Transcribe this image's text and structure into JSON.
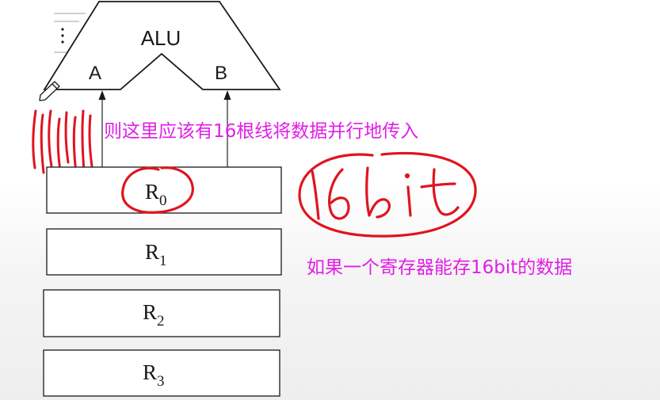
{
  "alu": {
    "label": "ALU",
    "input_a": "A",
    "input_b": "B"
  },
  "registers": [
    {
      "letter": "R",
      "index": "0"
    },
    {
      "letter": "R",
      "index": "1"
    },
    {
      "letter": "R",
      "index": "2"
    },
    {
      "letter": "R",
      "index": "3"
    }
  ],
  "annotations": {
    "parallel_note": "则这里应该有16根线将数据并行地传入",
    "register_note": "如果一个寄存器能存16bit的数据",
    "handwritten": "16bit"
  },
  "colors": {
    "stroke": "#1a1a1a",
    "annotation_text": "#e11ee6",
    "handwriting": "#e0141e",
    "left_decor": "#b5b5b5"
  },
  "icons": {
    "pen": "pen-cursor-icon",
    "dots": "vertical-ellipsis-icon"
  }
}
